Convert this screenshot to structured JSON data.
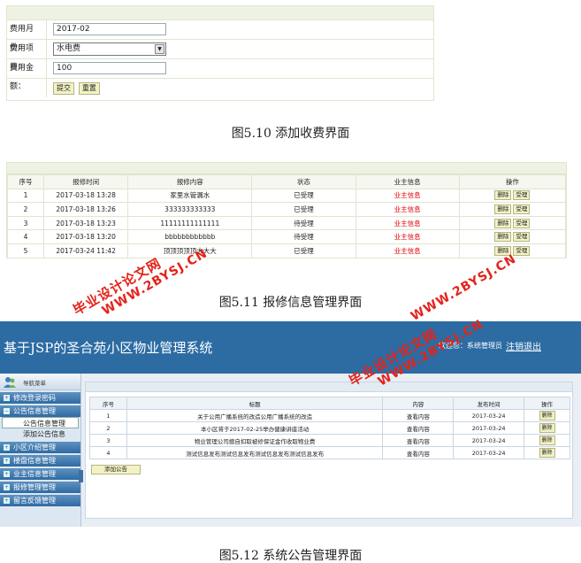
{
  "fig1": {
    "caption": "图5.10  添加收费界面",
    "fields": {
      "month_label": "费用月份：",
      "month_value": "2017-02",
      "item_label": "费用项目：",
      "item_value": "水电费",
      "amount_label": "费用金额：",
      "amount_value": "100"
    },
    "buttons": {
      "submit": "提交",
      "reset": "重置"
    }
  },
  "fig2": {
    "caption": "图5.11  报修信息管理界面",
    "columns": [
      "序号",
      "报修时间",
      "报修内容",
      "状态",
      "业主信息",
      "操作"
    ],
    "rows": [
      [
        "1",
        "2017-03-18 13:28",
        "家里水管漏水",
        "已受理",
        "业主信息"
      ],
      [
        "2",
        "2017-03-18 13:26",
        "333333333333",
        "已受理",
        "业主信息"
      ],
      [
        "3",
        "2017-03-18 13:23",
        "11111111111111",
        "待受理",
        "业主信息"
      ],
      [
        "4",
        "2017-03-18 13:20",
        "bbbbbbbbbbbb",
        "待受理",
        "业主信息"
      ],
      [
        "5",
        "2017-03-24 11:42",
        "顶顶顶顶顶大大大",
        "已受理",
        "业主信息"
      ]
    ],
    "actions": {
      "delete": "删除",
      "accept": "受理"
    }
  },
  "fig3": {
    "caption": "图5.12  系统公告管理界面",
    "system_title": "基于JSP的圣合苑小区物业管理系统",
    "welcome": "欢迎您：系统管理员",
    "logout": "注销退出",
    "nav_title": "导航菜单",
    "menu": {
      "m1": "修改登录密码",
      "m2": "公告信息管理",
      "m2_sub1": "公告信息管理",
      "m2_sub2": "添加公告信息",
      "m3": "小区介绍管理",
      "m4": "楼盘信息管理",
      "m5": "业主信息管理",
      "m6": "报修管理管理",
      "m7": "留言反馈管理"
    },
    "columns": [
      "序号",
      "标题",
      "内容",
      "发布时间",
      "操作"
    ],
    "rows": [
      [
        "1",
        "关于公用广播系统的改造公用广播系统的改造",
        "查看内容",
        "2017-03-24"
      ],
      [
        "2",
        "本小区将于2017-02-25举办健康讲座活动",
        "查看内容",
        "2017-03-24"
      ],
      [
        "3",
        "物业管理公司擅自扣取被修保证金作收取物业费",
        "查看内容",
        "2017-03-24"
      ],
      [
        "4",
        "测试信息发布测试信息发布测试信息发布测试信息发布",
        "查看内容",
        "2017-03-24"
      ]
    ],
    "delete_label": "删除",
    "add_button": "添加公告"
  },
  "watermark": {
    "line1": "毕业设计论文网",
    "line2": "WWW.2BYSJ.CN"
  },
  "colors": {
    "header_blue": "#2c6ca3",
    "menu_blue": "#2f6aa3",
    "watermark_red": "#e3241b",
    "owner_link_red": "#dd0000",
    "button_yellow": "#f2f2c6"
  }
}
